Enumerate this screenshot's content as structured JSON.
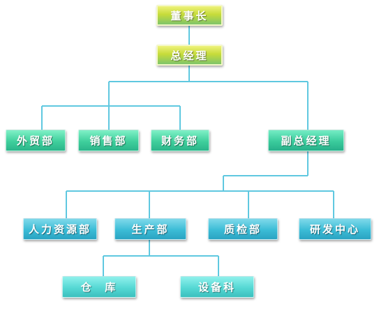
{
  "org": {
    "chairman": "董事长",
    "gm": "总经理",
    "foreign_trade": "外贸部",
    "sales": "销售部",
    "finance": "财务部",
    "deputy_gm": "副总经理",
    "hr": "人力资源部",
    "production": "生产部",
    "quality": "质检部",
    "rnd": "研发中心",
    "warehouse": "仓  库",
    "equipment": "设备科"
  },
  "colors": {
    "line": "#5fc8e0",
    "exec": "#c6db3a",
    "level1": "#3fcf9c",
    "level2": "#3bbcd6",
    "level3": "#55d8d4"
  }
}
